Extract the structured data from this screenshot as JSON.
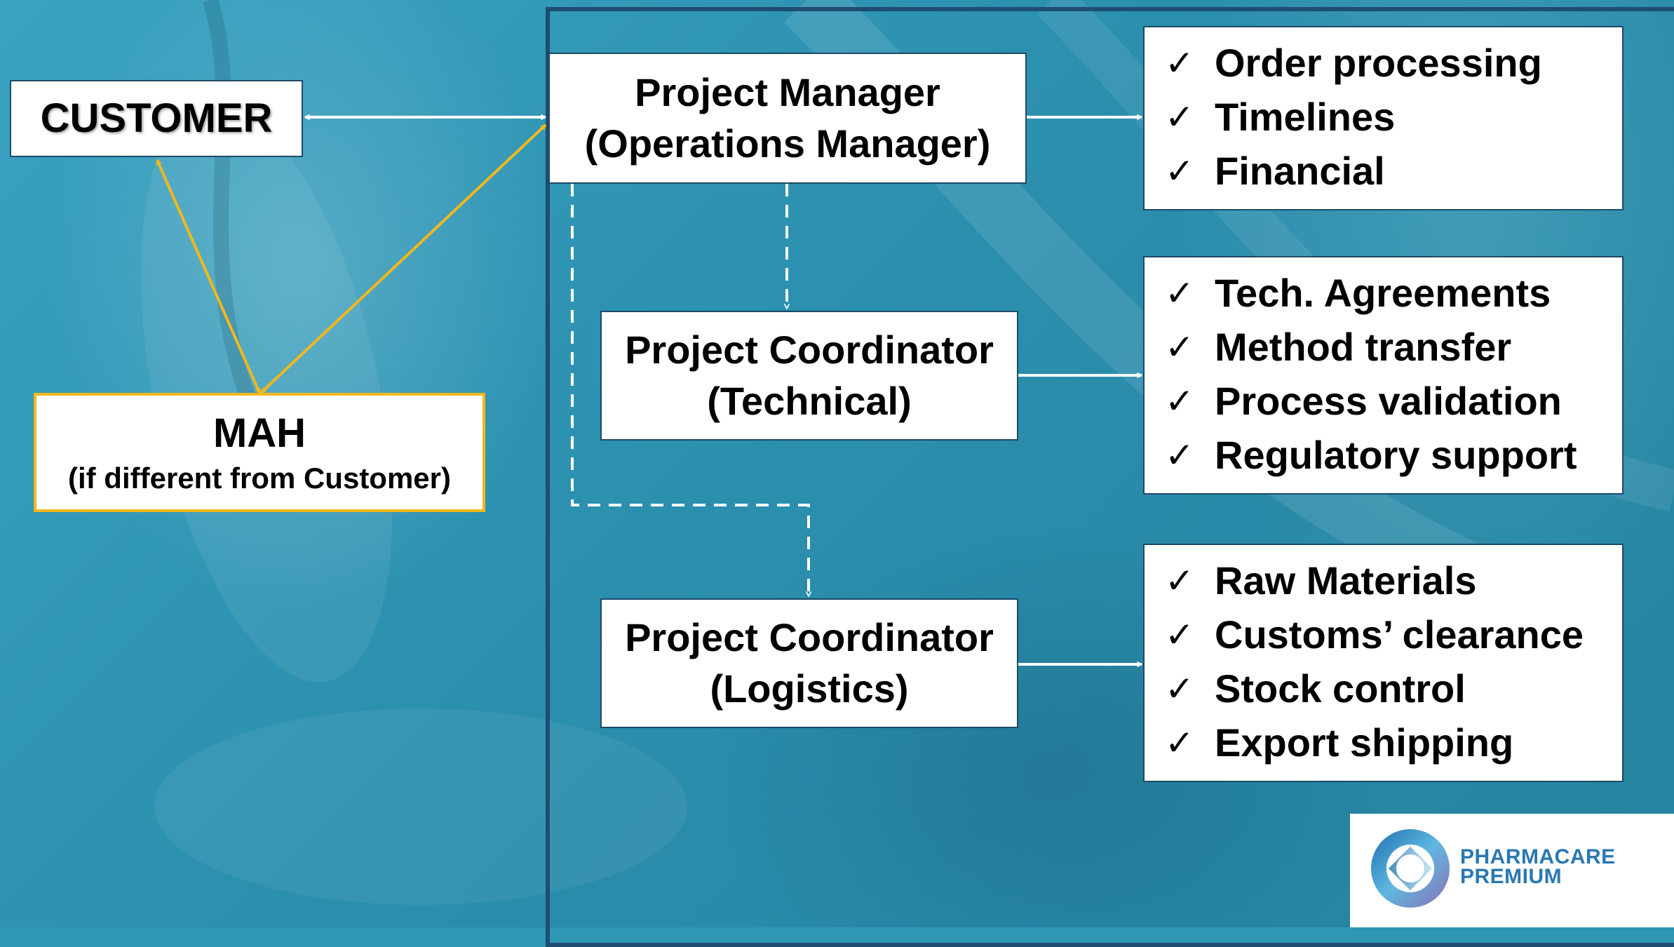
{
  "colors": {
    "background": "#2f96b4",
    "frame": "#1f4d72",
    "gold": "#f2b81c",
    "white": "#ffffff",
    "logo_blue": "#2a78b2"
  },
  "customer": {
    "label": "CUSTOMER"
  },
  "mah": {
    "title": "MAH",
    "subtitle": "(if different from Customer)"
  },
  "project_manager": {
    "line1": "Project Manager",
    "line2": "(Operations Manager)"
  },
  "coordinator_technical": {
    "line1": "Project Coordinator",
    "line2": "(Technical)"
  },
  "coordinator_logistics": {
    "line1": "Project Coordinator",
    "line2": "(Logistics)"
  },
  "manager_tasks": {
    "check_icon": "check-icon",
    "items": [
      "Order processing",
      "Timelines",
      "Financial"
    ]
  },
  "technical_tasks": {
    "check_icon": "check-icon",
    "items": [
      "Tech. Agreements",
      "Method transfer",
      "Process validation",
      "Regulatory support"
    ]
  },
  "logistics_tasks": {
    "check_icon": "check-icon",
    "items": [
      "Raw Materials",
      "Customs’ clearance",
      "Stock control",
      "Export shipping"
    ]
  },
  "logo": {
    "line1": "PHARMACARE",
    "line2": "PREMIUM"
  }
}
